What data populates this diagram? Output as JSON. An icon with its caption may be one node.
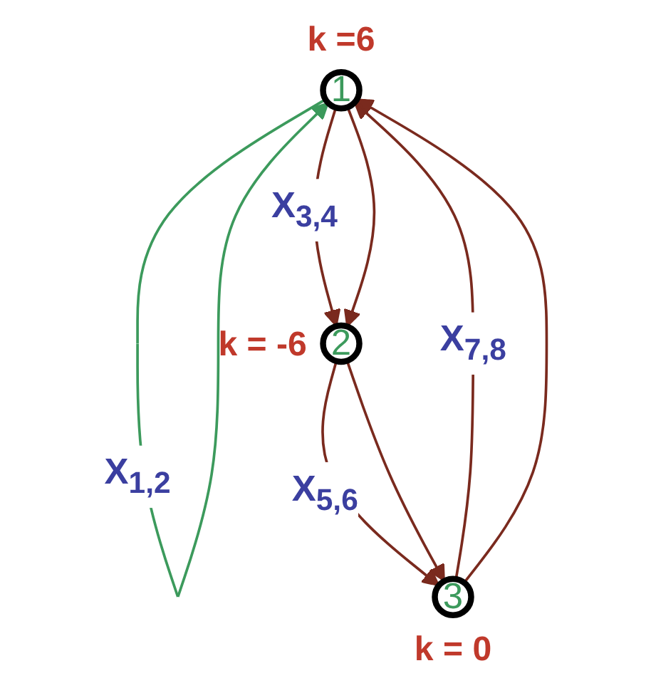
{
  "diagram": {
    "nodes": [
      {
        "text": [
          "1"
        ],
        "beside": [
          "k =6"
        ]
      },
      {
        "text": [
          "3"
        ],
        "beside": [
          "k = 0"
        ]
      },
      {
        "text": [
          "2"
        ],
        "beside": [
          "k = -6"
        ]
      }
    ],
    "edges": [
      {
        "from": 0,
        "to": 0,
        "arrow": "to",
        "label": "X$_{1,2}$",
        "color": "#3c9a5c"
      },
      {
        "from": 0,
        "to": 2,
        "arrow": "to",
        "label": "X$_{3,4}$"
      },
      {
        "from": 0,
        "to": 2,
        "arrow": "to"
      },
      {
        "from": 2,
        "to": 1,
        "arrow": "to",
        "label": "X$_{5,6}$"
      },
      {
        "from": 2,
        "to": 1,
        "arrow": "to"
      },
      {
        "from": 1,
        "to": 0,
        "arrow": "to",
        "label": "X$_{7,8}$"
      },
      {
        "from": 1,
        "to": 0,
        "arrow": "to"
      }
    ]
  }
}
